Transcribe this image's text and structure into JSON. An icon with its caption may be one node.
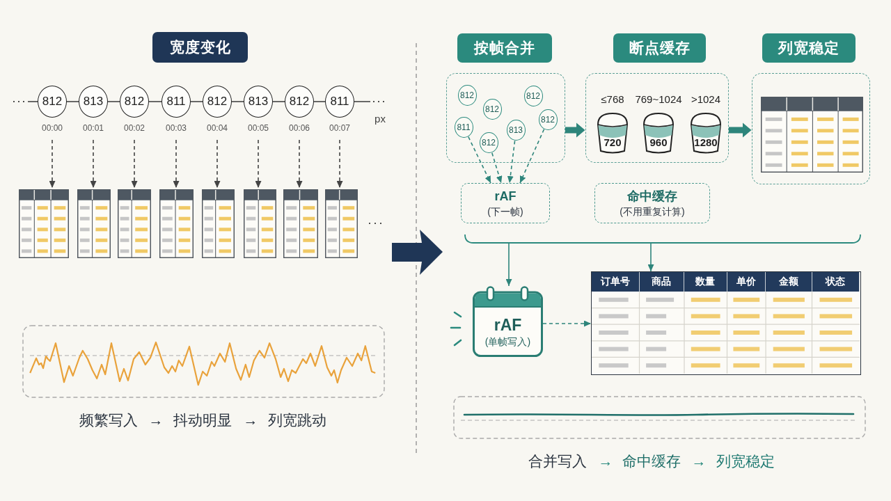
{
  "diagram": {
    "nodes": [
      {
        "text": [
          "宽度变化"
        ]
      },
      {
        "text": [
          "812"
        ],
        "beside": [
          "00:00"
        ]
      },
      {
        "text": [
          "813"
        ],
        "beside": [
          "00:01"
        ]
      },
      {
        "text": [
          "812"
        ],
        "beside": [
          "00:02"
        ]
      },
      {
        "text": [
          "811"
        ],
        "beside": [
          "00:03"
        ]
      },
      {
        "text": [
          "812"
        ],
        "beside": [
          "00:04"
        ]
      },
      {
        "text": [
          "813"
        ],
        "beside": [
          "00:05"
        ]
      },
      {
        "text": [
          "812"
        ],
        "beside": [
          "00:06"
        ]
      },
      {
        "text": [
          "811"
        ],
        "beside": [
          "00:07"
        ]
      },
      {
        "text": [],
        "shape": "table"
      },
      {
        "text": [],
        "shape": "table"
      },
      {
        "text": [],
        "shape": "table"
      },
      {
        "text": [],
        "shape": "table"
      },
      {
        "text": [],
        "shape": "table"
      },
      {
        "text": [],
        "shape": "table"
      },
      {
        "text": [],
        "shape": "table"
      },
      {
        "text": [],
        "shape": "table"
      },
      {
        "text": [
          "按帧合并"
        ]
      },
      {
        "text": [
          "断点缓存"
        ]
      },
      {
        "text": [
          "列宽稳定"
        ]
      },
      {
        "text": [],
        "shape": "box"
      },
      {
        "text": [
          "812"
        ],
        "in": 20
      },
      {
        "text": [
          "812"
        ],
        "in": 20
      },
      {
        "text": [
          "812"
        ],
        "in": 20
      },
      {
        "text": [
          "812"
        ],
        "in": 20
      },
      {
        "text": [
          "811"
        ],
        "in": 20
      },
      {
        "text": [
          "813"
        ],
        "in": 20
      },
      {
        "text": [
          "812"
        ],
        "in": 20
      },
      {
        "text": [],
        "shape": "box"
      },
      {
        "text": [
          "720"
        ],
        "beside": [
          "≤768"
        ],
        "in": 28
      },
      {
        "text": [
          "960"
        ],
        "beside": [
          "769~1024"
        ],
        "in": 28
      },
      {
        "text": [
          "1280"
        ],
        "beside": [
          ">1024"
        ],
        "in": 28
      },
      {
        "text": [],
        "shape": "box"
      },
      {
        "text": [],
        "shape": "table",
        "in": 32
      },
      {
        "text": [
          "rAF",
          "(下一帧)"
        ]
      },
      {
        "text": [
          "命中缓存",
          "(不用重复计算)"
        ]
      },
      {
        "text": [
          "rAF",
          "(单帧写入)"
        ]
      },
      {
        "text": [
          "订单号",
          "商品",
          "数量",
          "单价",
          "金额",
          "状态"
        ]
      },
      {
        "text": [
          "···"
        ]
      },
      {
        "text": [
          "···"
        ]
      }
    ],
    "edges": [
      {
        "from": 38,
        "to": 1,
        "arrow": "none"
      },
      {
        "from": 1,
        "to": 2,
        "arrow": "none"
      },
      {
        "from": 2,
        "to": 3,
        "arrow": "none"
      },
      {
        "from": 3,
        "to": 4,
        "arrow": "none"
      },
      {
        "from": 4,
        "to": 5,
        "arrow": "none"
      },
      {
        "from": 5,
        "to": 6,
        "arrow": "none"
      },
      {
        "from": 6,
        "to": 7,
        "arrow": "none"
      },
      {
        "from": 7,
        "to": 8,
        "arrow": "none"
      },
      {
        "from": 8,
        "to": 39,
        "arrow": "none"
      },
      {
        "from": 1,
        "to": 9,
        "arrow": "to",
        "style": "dashed"
      },
      {
        "from": 2,
        "to": 10,
        "arrow": "to",
        "style": "dashed"
      },
      {
        "from": 3,
        "to": 11,
        "arrow": "to",
        "style": "dashed"
      },
      {
        "from": 4,
        "to": 12,
        "arrow": "to",
        "style": "dashed"
      },
      {
        "from": 5,
        "to": 13,
        "arrow": "to",
        "style": "dashed"
      },
      {
        "from": 6,
        "to": 14,
        "arrow": "to",
        "style": "dashed"
      },
      {
        "from": 7,
        "to": 15,
        "arrow": "to",
        "style": "dashed"
      },
      {
        "from": 8,
        "to": 16,
        "arrow": "to",
        "style": "dashed"
      },
      {
        "from": 25,
        "to": 34,
        "arrow": "to",
        "style": "dashed",
        "color": "#2e857b"
      },
      {
        "from": 27,
        "to": 34,
        "arrow": "to",
        "style": "dashed",
        "color": "#2e857b"
      },
      {
        "from": 26,
        "to": 34,
        "arrow": "to",
        "style": "dashed",
        "color": "#2e857b"
      },
      {
        "from": 24,
        "to": 34,
        "arrow": "to",
        "style": "dashed",
        "color": "#2e857b"
      },
      {
        "from": 20,
        "to": 28,
        "arrow": "to",
        "style": "thick",
        "color": "#2e857b"
      },
      {
        "from": 28,
        "to": 32,
        "arrow": "to",
        "style": "thick",
        "color": "#2e857b"
      },
      {
        "from": null,
        "to": 36,
        "arrow": "to",
        "color": "#2e857b"
      },
      {
        "from": null,
        "to": 37,
        "arrow": "to",
        "color": "#2e857b"
      },
      {
        "from": 36,
        "to": 37,
        "arrow": "to",
        "style": "dashed",
        "color": "#2e857b"
      }
    ],
    "labels": [
      "px",
      "···",
      "频繁写入",
      "→",
      "抖动明显",
      "→",
      "列宽跳动",
      "合并写入",
      "→",
      "命中缓存",
      "→",
      "列宽稳定"
    ]
  }
}
